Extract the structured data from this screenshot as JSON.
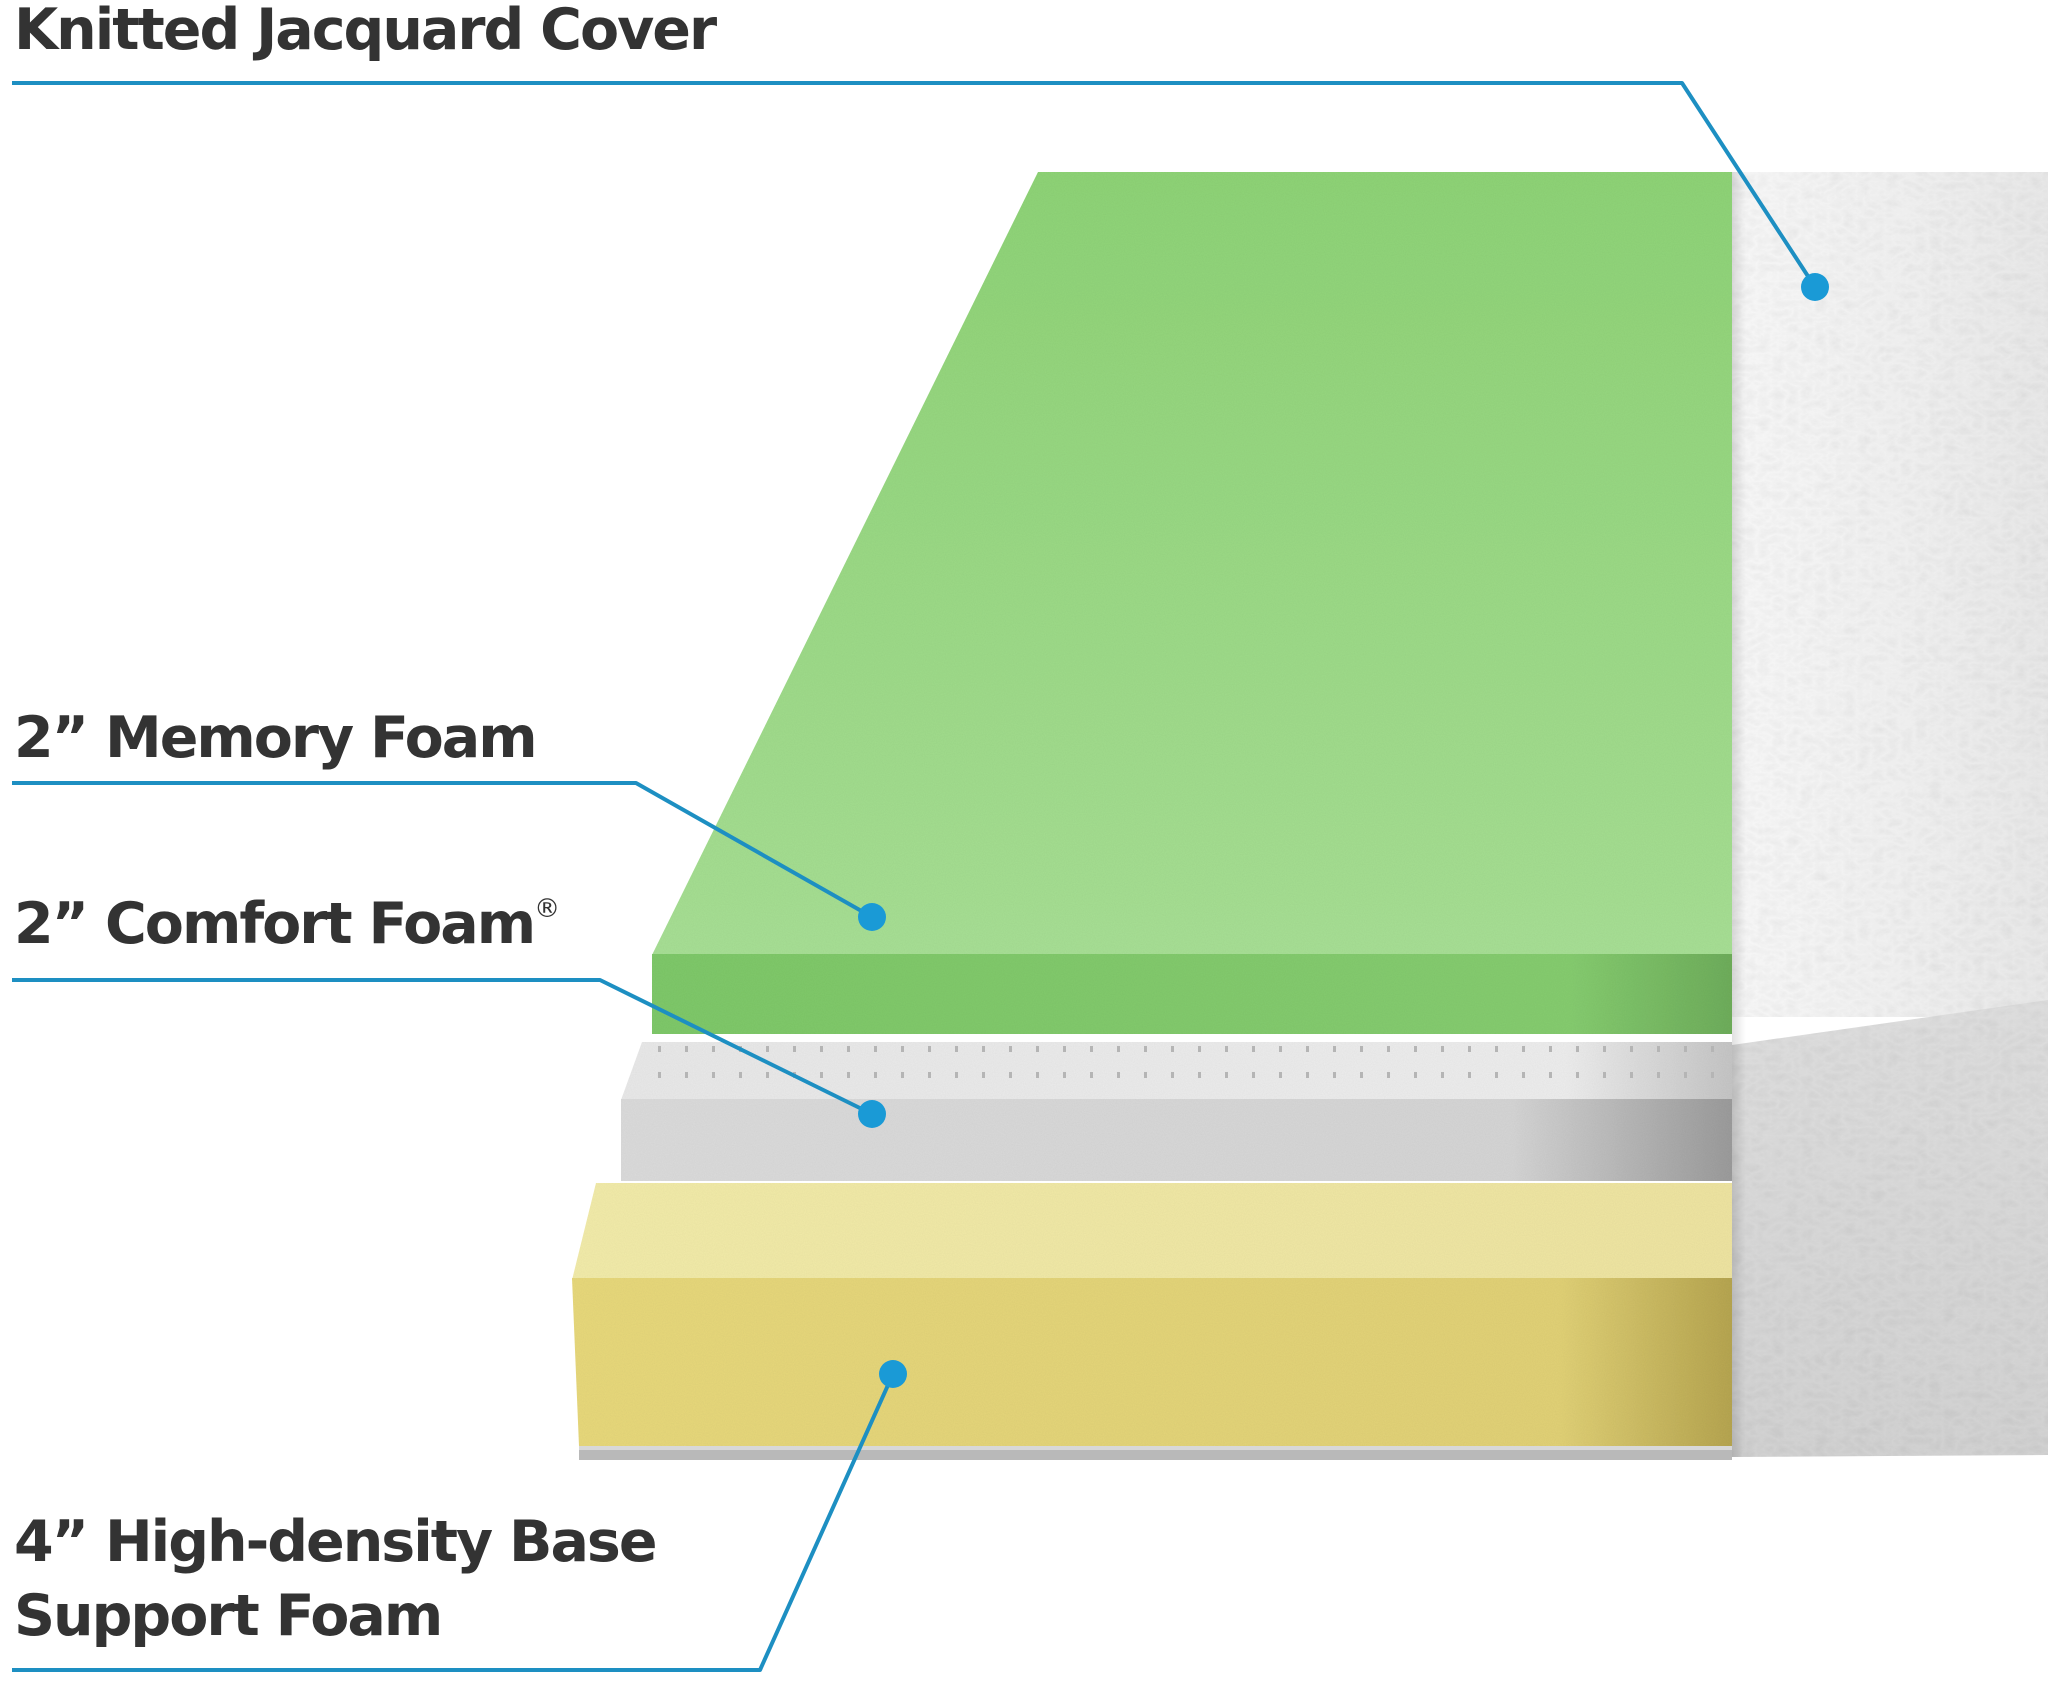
{
  "colors": {
    "leader_line": "#1d8fc2",
    "dot": "#1a9ad6",
    "label_text": "#333333",
    "memory_foam": "#9ed98a",
    "comfort_foam": "#e4e4e4",
    "base_foam": "#ece08e",
    "cover": "#f1f1f1"
  },
  "labels": {
    "cover": "Knitted Jacquard Cover",
    "memory_foam": "2” Memory Foam",
    "comfort_foam": "2” Comfort Foam",
    "comfort_foam_mark": "®",
    "base_foam_line1": "4” High-density Base",
    "base_foam_line2": "Support Foam"
  }
}
